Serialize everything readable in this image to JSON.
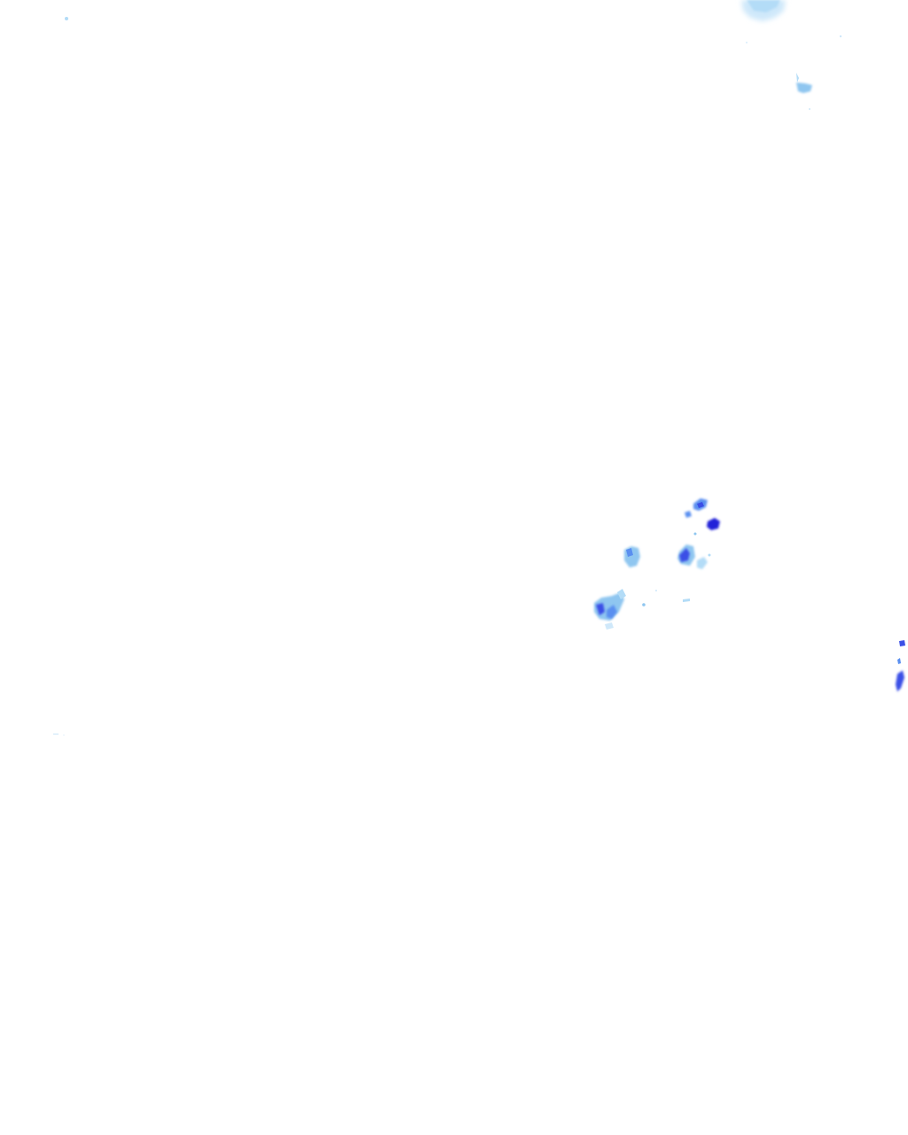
{
  "map": {
    "layer": "precipitation-radar-overlay",
    "background": "#ffffff",
    "intensity_colors": {
      "light": "#b3dcf7",
      "moderate": "#8fc6f0",
      "medium": "#5a8ff0",
      "heavy": "#3b4fe6",
      "very_heavy": "#2323d8"
    },
    "echo_clusters": [
      "top-right-light-echo",
      "upper-right-light-echo",
      "central-right-storm-cluster",
      "right-edge-heavy-echo",
      "top-left-speck",
      "left-speck"
    ]
  }
}
